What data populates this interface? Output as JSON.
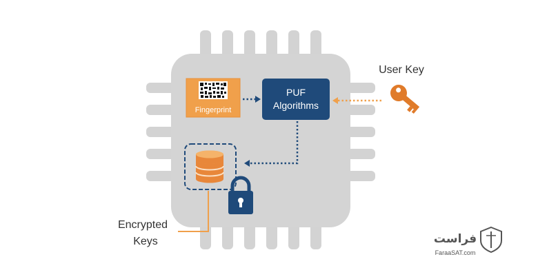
{
  "diagram": {
    "fingerprint_label": "Fingerprint",
    "puf_line1": "PUF",
    "puf_line2": "Algorithms",
    "user_key_label": "User Key",
    "encrypted_line1": "Encrypted",
    "encrypted_line2": "Keys"
  },
  "brand": {
    "name_fa": "فراست",
    "site": "FaraaSAT.com"
  },
  "icons": {
    "key": "key-icon",
    "lock": "padlock-icon",
    "database": "database-icon",
    "qr": "qr-code-icon",
    "shield": "shield-logo-icon"
  },
  "colors": {
    "orange": "#f0a04b",
    "orange_dark": "#e07b2a",
    "navy": "#1f4a7a",
    "chip": "#d4d4d4",
    "text": "#333333"
  }
}
